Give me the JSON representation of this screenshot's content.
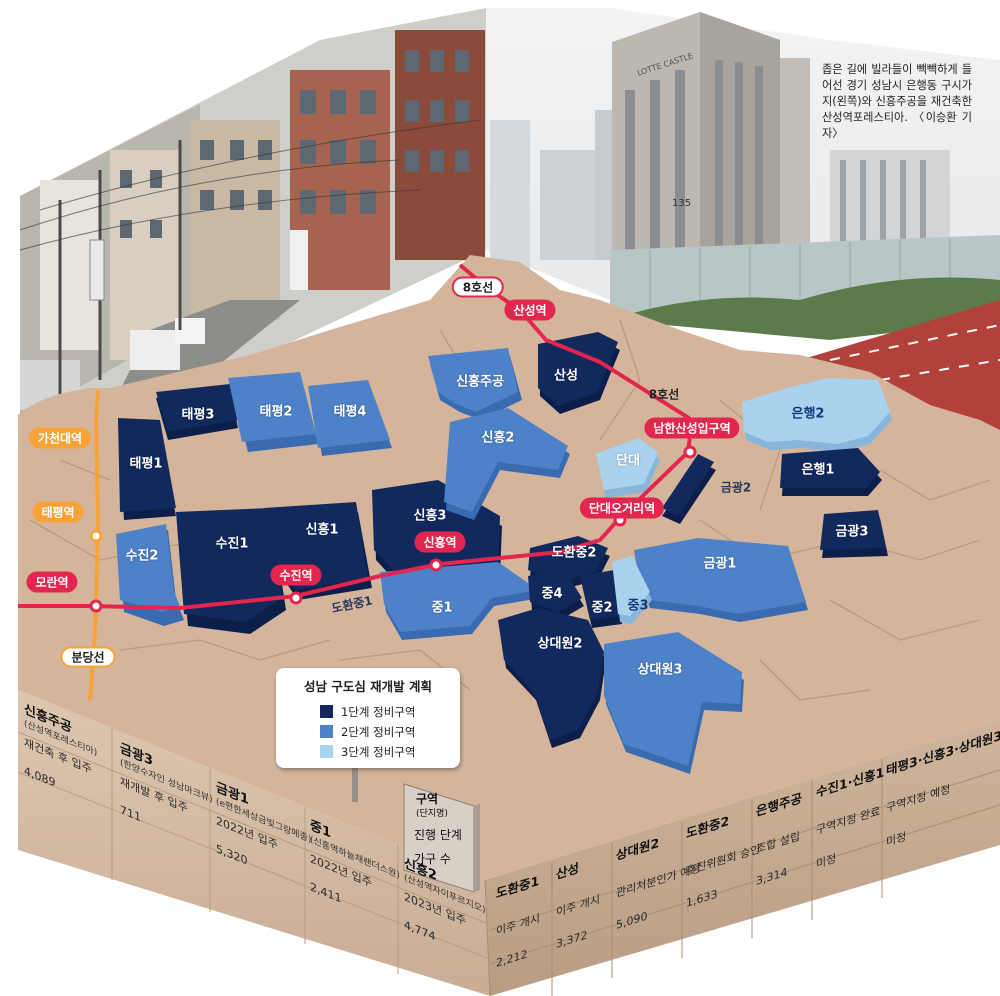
{
  "caption": "좁은 길에 빌라들이 빽빽하게 들어선 경기 성남시 은행동 구시가지(왼쪽)와 신흥주공을 재건축한 산성역포레스티아. 〈이승환 기자〉",
  "photo_texts": {
    "tower_logo": "LOTTE CASTLE",
    "building_number": "135"
  },
  "lines": {
    "line8": "8호선",
    "line8_mid": "8호선",
    "bundang": "분당선"
  },
  "stations": {
    "sanseong": "산성역",
    "namhansanseong": "남한산성입구역",
    "dandae": "단대오거리역",
    "sinheung": "신흥역",
    "sujin": "수진역",
    "moran": "모란역",
    "gachon": "가천대역",
    "taepyeong": "태평역"
  },
  "districts": {
    "taepyeong1": "태평1",
    "taepyeong2": "태평2",
    "taepyeong3": "태평3",
    "taepyeong4": "태평4",
    "sujin1": "수진1",
    "sujin2": "수진2",
    "sinheung1": "신흥1",
    "sinheung2": "신흥2",
    "sinheung3": "신흥3",
    "sinheung_jugong": "신흥주공",
    "sanseong": "산성",
    "dandae": "단대",
    "geumgwang1": "금광1",
    "geumgwang2": "금광2",
    "geumgwang3": "금광3",
    "eunhaeng1": "은행1",
    "eunhaeng2": "은행2",
    "jung1": "중1",
    "jung2": "중2",
    "jung3": "중3",
    "jung4": "중4",
    "dohwanjung1": "도환중1",
    "dohwanjung2": "도환중2",
    "sangdaewon2": "상대원2",
    "sangdaewon3": "상대원3"
  },
  "legend": {
    "title": "성남 구도심 재개발 계획",
    "items": [
      {
        "label": "1단계 정비구역",
        "color": "#12295e"
      },
      {
        "label": "2단계 정비구역",
        "color": "#4d82c9"
      },
      {
        "label": "3단계 정비구역",
        "color": "#a9d2ee"
      }
    ]
  },
  "signpost": {
    "l1": "구역",
    "l1_sub": "(단지명)",
    "l2": "진행 단계",
    "l3": "가구 수"
  },
  "colors": {
    "stage1": "#12295e",
    "stage2": "#4d82c9",
    "stage3": "#a9d2ee",
    "ground": "#d4b59b",
    "line8": "#e3264e",
    "bundang": "#f7a33a"
  },
  "table_left": [
    {
      "name": "신흥주공",
      "complex": "(산성역포레스티아)",
      "stage": "재건축 후 입주",
      "households": "4,089"
    },
    {
      "name": "금광3",
      "complex": "(한양수자인 성남마크뷰)",
      "stage": "재개발 후 입주",
      "households": "711"
    },
    {
      "name": "금광1",
      "complex": "(e편한세상금빛그랑메종)",
      "stage": "2022년 입주",
      "households": "5,320"
    },
    {
      "name": "중1",
      "complex": "(신흥역하늘채랜더스원)",
      "stage": "2022년 입주",
      "households": "2,411"
    },
    {
      "name": "신흥2",
      "complex": "(산성역자이푸르지오)",
      "stage": "2023년 입주",
      "households": "4,774"
    }
  ],
  "table_right": [
    {
      "name": "도환중1",
      "stage": "이주 개시",
      "households": "2,212"
    },
    {
      "name": "산성",
      "stage": "이주 개시",
      "households": "3,372"
    },
    {
      "name": "상대원2",
      "stage": "관리처분인가 예정",
      "households": "5,090"
    },
    {
      "name": "도환중2",
      "stage": "추진위원회 승인",
      "households": "1,633"
    },
    {
      "name": "은행주공",
      "stage": "조합 설립",
      "households": "3,314"
    },
    {
      "name": "수진1·신흥1",
      "stage": "구역지정 완료",
      "households": "미정"
    },
    {
      "name": "태평3·신흥3·상대원3",
      "stage": "구역지정 예정",
      "households": "미정"
    }
  ]
}
